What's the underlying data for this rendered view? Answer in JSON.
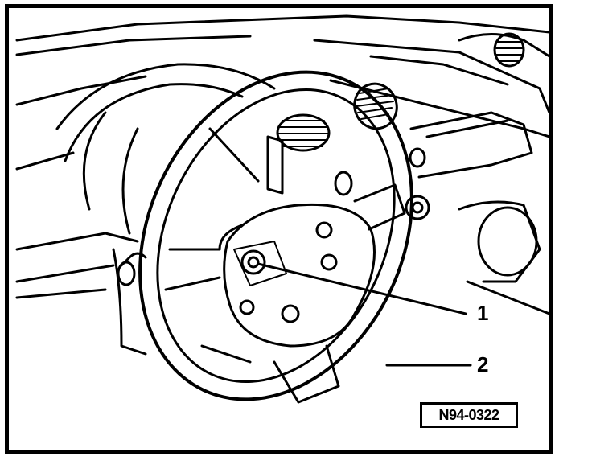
{
  "figure": {
    "callouts": [
      {
        "label": "1"
      },
      {
        "label": "2"
      }
    ],
    "figure_code": "N94-0322"
  }
}
